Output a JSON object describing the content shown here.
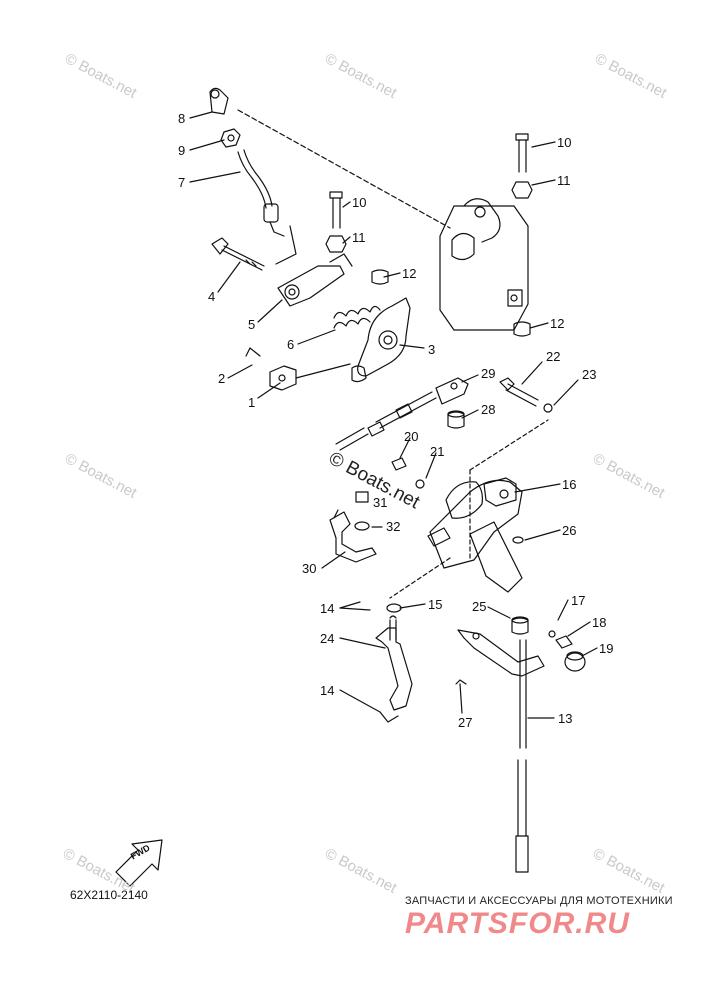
{
  "diagram": {
    "code": "62X2110-2140",
    "fwd": "FWD",
    "center_watermark": "© Boats.net",
    "watermark": "© Boats.net",
    "brand_top": "ЗАПЧАСТИ И АКСЕССУАРЫ ДЛЯ МОТОТЕХНИКИ",
    "brand_name": "PARTSFOR.RU",
    "labels": [
      {
        "id": "l8a",
        "text": "8"
      },
      {
        "id": "l9",
        "text": "9"
      },
      {
        "id": "l7",
        "text": "7"
      },
      {
        "id": "l10a",
        "text": "10"
      },
      {
        "id": "l11a",
        "text": "11"
      },
      {
        "id": "l12a",
        "text": "12"
      },
      {
        "id": "l4",
        "text": "4"
      },
      {
        "id": "l5",
        "text": "5"
      },
      {
        "id": "l6",
        "text": "6"
      },
      {
        "id": "l3",
        "text": "3"
      },
      {
        "id": "l2",
        "text": "2"
      },
      {
        "id": "l1",
        "text": "1"
      },
      {
        "id": "l10b",
        "text": "10"
      },
      {
        "id": "l11b",
        "text": "11"
      },
      {
        "id": "l12b",
        "text": "12"
      },
      {
        "id": "l22",
        "text": "22"
      },
      {
        "id": "l23",
        "text": "23"
      },
      {
        "id": "l29",
        "text": "29"
      },
      {
        "id": "l28",
        "text": "28"
      },
      {
        "id": "l20",
        "text": "20"
      },
      {
        "id": "l21",
        "text": "21"
      },
      {
        "id": "l31",
        "text": "31"
      },
      {
        "id": "l32",
        "text": "32"
      },
      {
        "id": "l16",
        "text": "16"
      },
      {
        "id": "l26",
        "text": "26"
      },
      {
        "id": "l30",
        "text": "30"
      },
      {
        "id": "l14a",
        "text": "14"
      },
      {
        "id": "l15",
        "text": "15"
      },
      {
        "id": "l25",
        "text": "25"
      },
      {
        "id": "l17",
        "text": "17"
      },
      {
        "id": "l18",
        "text": "18"
      },
      {
        "id": "l19",
        "text": "19"
      },
      {
        "id": "l24",
        "text": "24"
      },
      {
        "id": "l14b",
        "text": "14"
      },
      {
        "id": "l27",
        "text": "27"
      },
      {
        "id": "l13",
        "text": "13"
      }
    ]
  }
}
